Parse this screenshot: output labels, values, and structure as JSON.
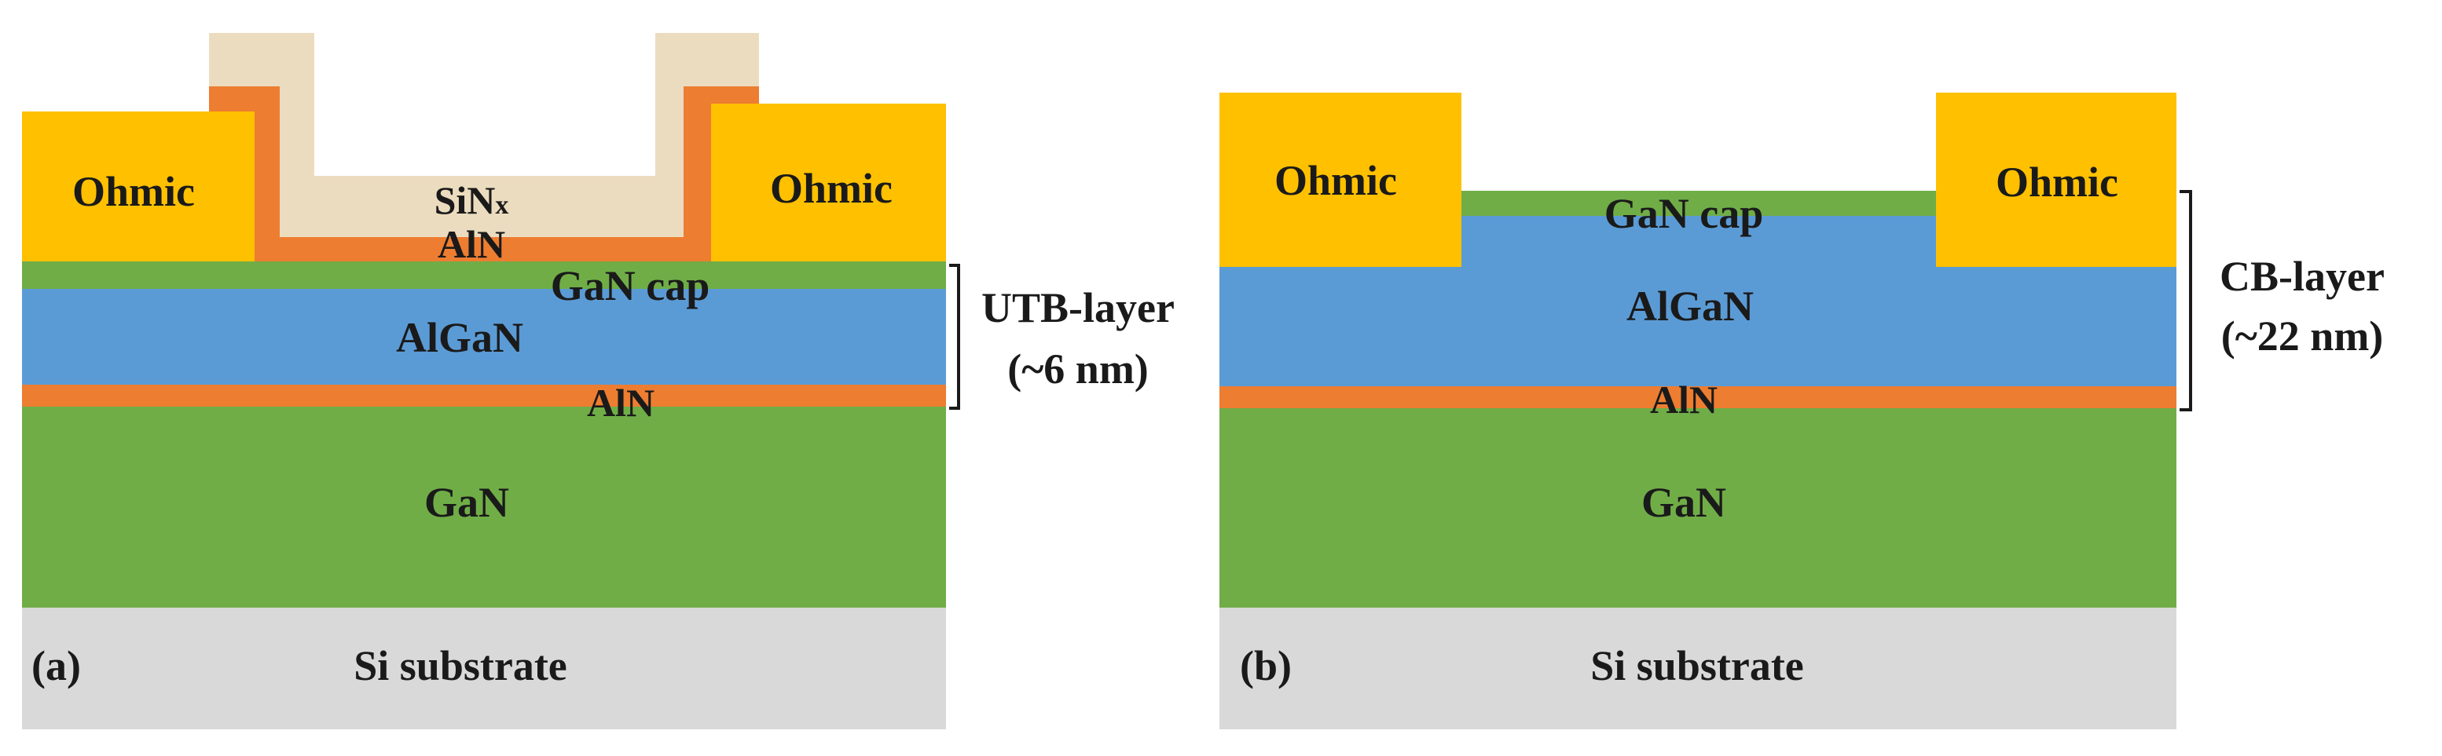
{
  "colors": {
    "ohmic": "#ffc000",
    "sinx": "#ecdcbf",
    "aln": "#ed7d31",
    "gan_cap": "#70ad47",
    "algan": "#5b9bd5",
    "gan": "#70ad47",
    "si_substrate": "#d9d9d9",
    "text": "#1a1a1a"
  },
  "panel_a": {
    "tag": "(a)",
    "ohmic_left": "Ohmic",
    "ohmic_right": "Ohmic",
    "sinx_main": "SiN",
    "sinx_sub": "x",
    "aln_top": "AlN",
    "gan_cap": "GaN cap",
    "algan": "AlGaN",
    "aln_bottom": "AlN",
    "gan": "GaN",
    "substrate": "Si substrate",
    "bracket_label": "UTB-layer",
    "bracket_value": "(~6 nm)"
  },
  "panel_b": {
    "tag": "(b)",
    "ohmic_left": "Ohmic",
    "ohmic_right": "Ohmic",
    "gan_cap": "GaN cap",
    "algan": "AlGaN",
    "aln": "AlN",
    "gan": "GaN",
    "substrate": "Si substrate",
    "bracket_label": "CB-layer",
    "bracket_value": "(~22 nm)"
  }
}
